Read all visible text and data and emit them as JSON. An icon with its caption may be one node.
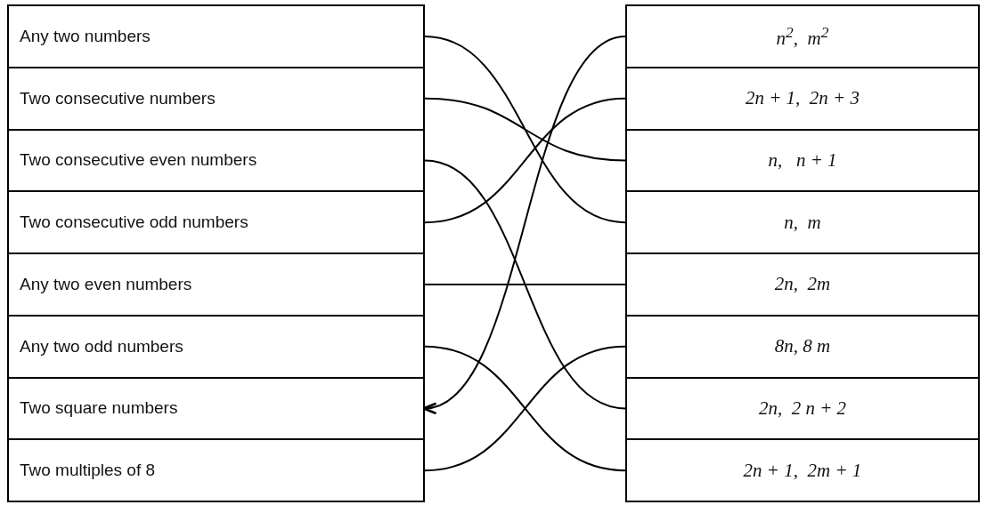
{
  "diagram": {
    "nodes": [
      {
        "text": [
          "Any two numbers"
        ]
      },
      {
        "text": [
          "Two consecutive numbers"
        ]
      },
      {
        "text": [
          "Two consecutive even numbers"
        ]
      },
      {
        "text": [
          "Two consecutive odd numbers"
        ]
      },
      {
        "text": [
          "Any two even numbers"
        ]
      },
      {
        "text": [
          "Any two odd numbers"
        ]
      },
      {
        "text": [
          "Two square numbers"
        ]
      },
      {
        "text": [
          "Two multiples of 8"
        ]
      },
      {
        "text": [
          "n$^{2}$,  m$^{2}$"
        ]
      },
      {
        "text": [
          "2n + 1,  2n + 3"
        ]
      },
      {
        "text": [
          "n,   n + 1"
        ]
      },
      {
        "text": [
          "n,  m"
        ]
      },
      {
        "text": [
          "2n,  2m"
        ]
      },
      {
        "text": [
          "8n, 8 m"
        ]
      },
      {
        "text": [
          "2n,  2 n + 2"
        ]
      },
      {
        "text": [
          "2n + 1,  2m + 1"
        ]
      }
    ],
    "edges": [
      {
        "from": 0,
        "to": 11,
        "arrow": "none"
      },
      {
        "from": 1,
        "to": 10,
        "arrow": "none"
      },
      {
        "from": 2,
        "to": 14,
        "arrow": "none"
      },
      {
        "from": 3,
        "to": 9,
        "arrow": "none"
      },
      {
        "from": 4,
        "to": 12,
        "arrow": "none"
      },
      {
        "from": 5,
        "to": 15,
        "arrow": "none"
      },
      {
        "from": 8,
        "to": 6,
        "arrow": "to"
      },
      {
        "from": 7,
        "to": 13,
        "arrow": "none"
      }
    ]
  }
}
